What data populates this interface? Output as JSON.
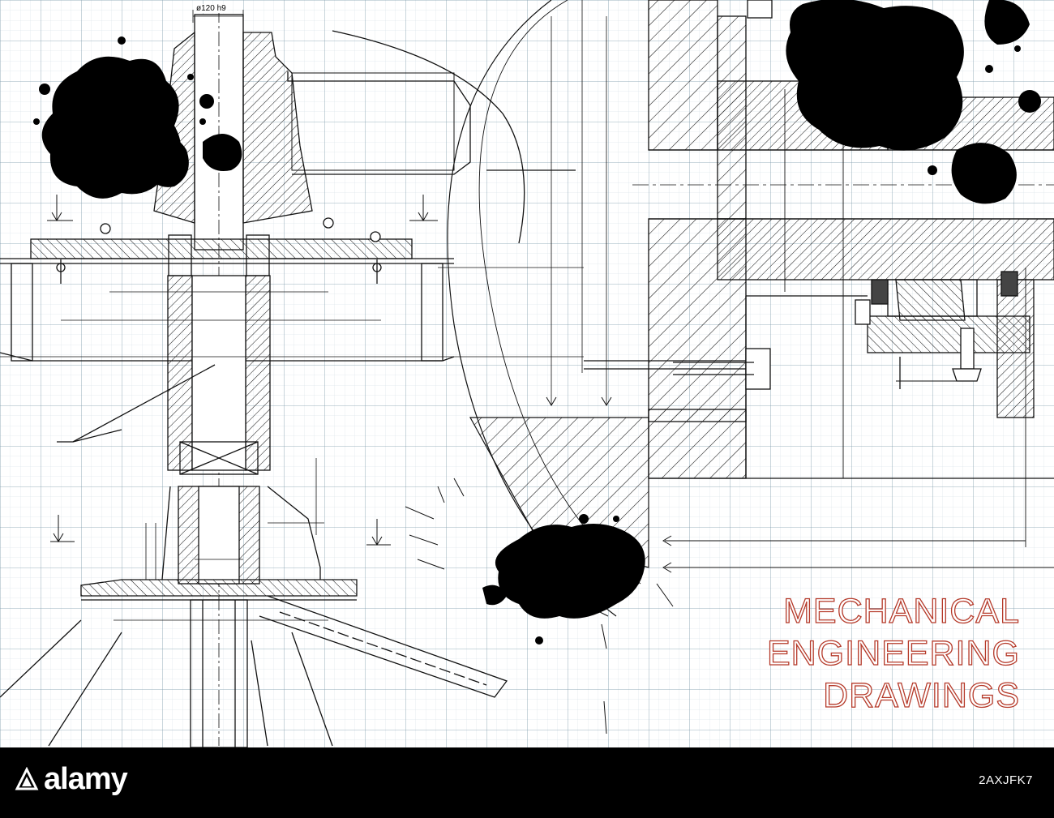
{
  "drawing": {
    "dimension_label": "ø120 h9",
    "title_lines": [
      "MECHANICAL",
      "ENGINEERING",
      "DRAWINGS"
    ],
    "colors": {
      "grid_minor": "#c9d7e0",
      "grid_major": "#6f8fa3",
      "line": "#111111",
      "title_outline": "#b53a2a",
      "splatter": "#000000"
    }
  },
  "footer": {
    "brand": "alamy",
    "brand_icon": "alamy-logo-icon",
    "stock_id": "2AXJFK7"
  }
}
